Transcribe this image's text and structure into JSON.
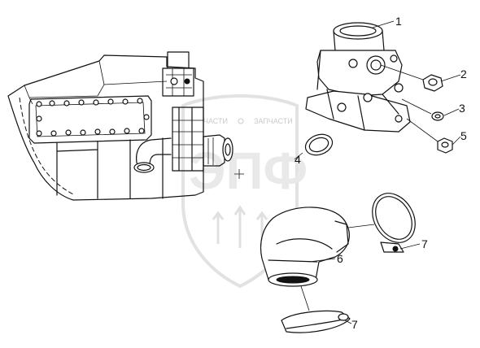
{
  "watermark": {
    "left_word": "ЧАСТИ",
    "right_word": "ЗАПЧАСТИ",
    "big_text": "ЭПФ"
  },
  "callouts": [
    "1",
    "2",
    "3",
    "4",
    "5",
    "6",
    "7",
    "7"
  ]
}
